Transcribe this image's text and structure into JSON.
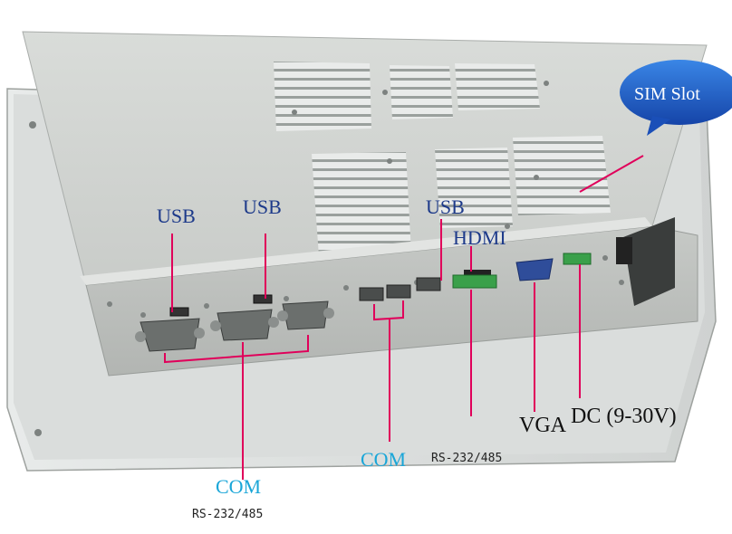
{
  "labels": {
    "usb_left": "USB",
    "usb_mid": "USB",
    "usb_right": "USB",
    "hdmi": "HDMI",
    "com_left": "COM",
    "rs_left": "RS-232/485",
    "com_mid": "COM",
    "rs_mid": "RS-232/485",
    "vga": "VGA",
    "dc": "DC (9-30V)",
    "sim": "SIM Slot"
  },
  "colors": {
    "callout_line": "#e0005a",
    "usb_label": "#1d3a8a",
    "com_label": "#1aa6d8",
    "sim_bubble": "#1f63c8"
  }
}
